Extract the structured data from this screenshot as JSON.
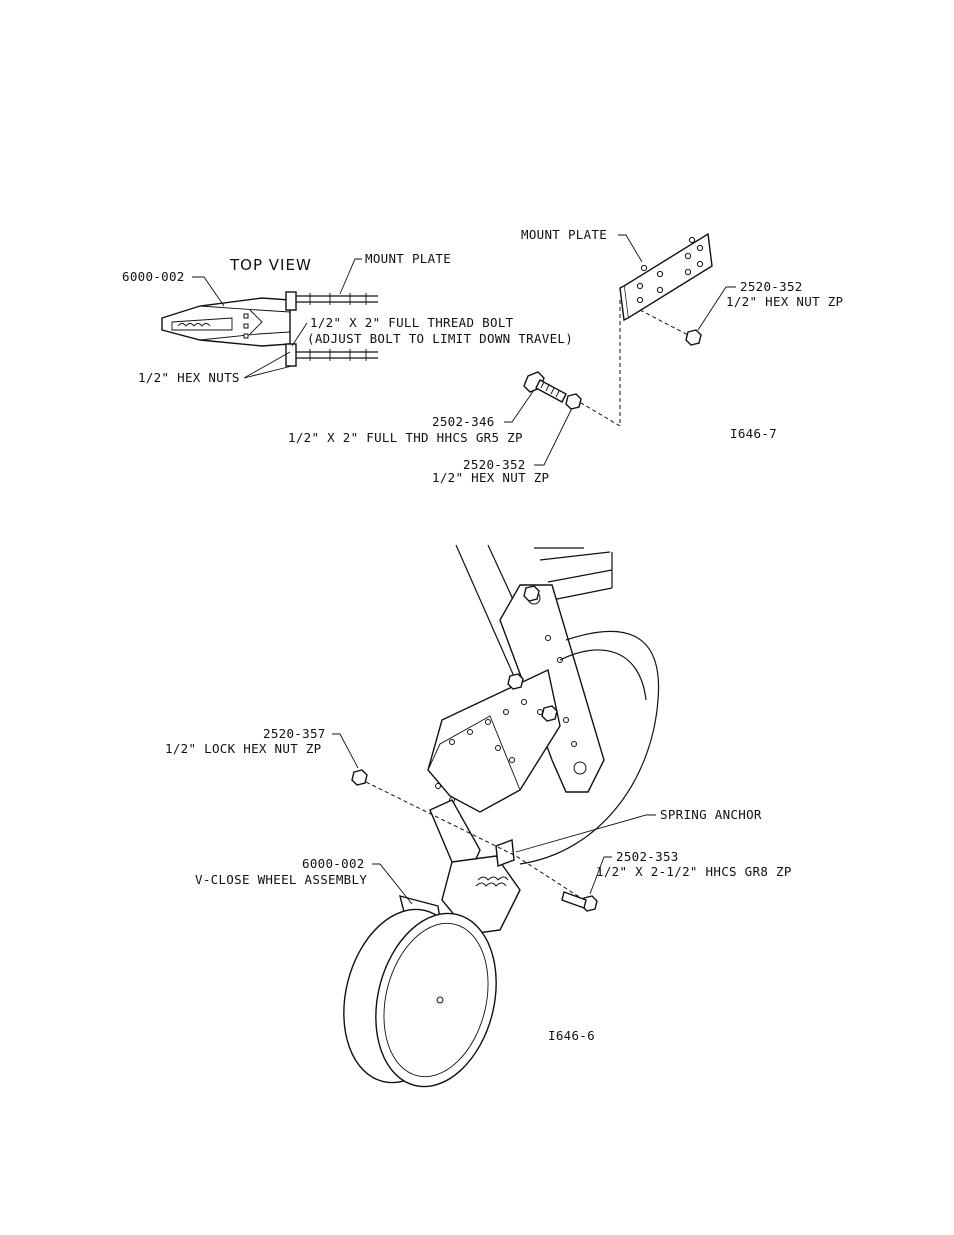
{
  "top_view": {
    "title": "TOP VIEW",
    "labels": {
      "assembly_part": "6000-002",
      "mount_plate": "MOUNT PLATE",
      "bolt_spec": "1/2\" X 2\" FULL THREAD BOLT",
      "bolt_note": "(ADJUST BOLT TO LIMIT DOWN TRAVEL)",
      "hex_nuts": "1/2\" HEX NUTS"
    }
  },
  "plate_detail": {
    "labels": {
      "mount_plate": "MOUNT PLATE",
      "nut_right_part": "2520-352",
      "nut_right_desc": "1/2\" HEX NUT ZP",
      "bolt_part": "2502-346",
      "bolt_desc": "1/2\" X 2\" FULL THD HHCS GR5 ZP",
      "nut_bottom_part": "2520-352",
      "nut_bottom_desc": "1/2\" HEX NUT ZP"
    },
    "figure_id": "I646-7"
  },
  "assembly": {
    "labels": {
      "lock_nut_part": "2520-357",
      "lock_nut_desc": "1/2\" LOCK HEX NUT ZP",
      "spring_anchor": "SPRING ANCHOR",
      "bolt_part": "2502-353",
      "bolt_desc": "1/2\" X 2-1/2\" HHCS GR8 ZP",
      "wheel_part": "6000-002",
      "wheel_desc": "V-CLOSE WHEEL ASSEMBLY"
    },
    "figure_id": "I646-6"
  }
}
